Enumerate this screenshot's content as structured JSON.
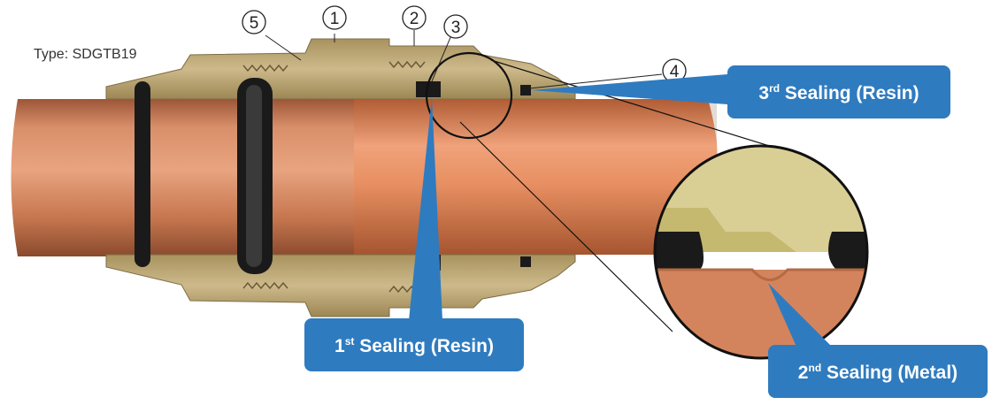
{
  "type_label": "Type: SDGTB19",
  "part_numbers": [
    "1",
    "2",
    "3",
    "4",
    "5"
  ],
  "callouts": {
    "first": {
      "ordinal": "1",
      "suffix": "st",
      "text": " Sealing (Resin)"
    },
    "second": {
      "ordinal": "2",
      "suffix": "nd",
      "text": " Sealing (Metal)"
    },
    "third": {
      "ordinal": "3",
      "suffix": "rd",
      "text": " Sealing (Resin)"
    }
  },
  "colors": {
    "callout_blue": "#2f7bbf",
    "copper": "#c8744a",
    "brass": "#b7a273",
    "seal_black": "#1a1a1a"
  }
}
